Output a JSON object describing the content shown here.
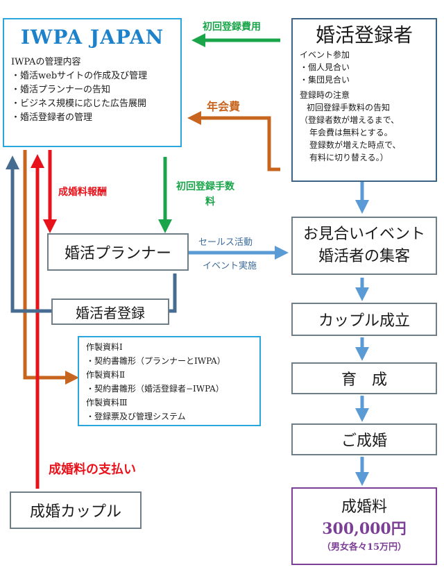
{
  "iwpa": {
    "title": "IWPA JAPAN",
    "lines": [
      "IWPAの管理内容",
      "・婚活webサイトの作成及び管理",
      "・婚活プランナーの告知",
      "・ビジネス規模に応じた広告展開",
      "・婚活登録者の管理"
    ]
  },
  "registrant": {
    "title": "婚活登録者",
    "lines": [
      "イベント参加",
      "・個人見合い",
      "・集団見合い",
      "登録時の注意",
      "初回登録手数料の告知",
      "（登録者数が増えるまで、",
      "年会費は無料とする。",
      "登録数が増えた時点で、",
      "有料に切り替える。）"
    ]
  },
  "planner": {
    "title": "婚活プランナー"
  },
  "event": {
    "lines": [
      "お見合いイベント",
      "婚活者の集客"
    ]
  },
  "couple_formed": {
    "label": "カップル成立"
  },
  "nurture": {
    "label": "育　成"
  },
  "marriage": {
    "label": "ご成婚"
  },
  "fee": {
    "title": "成婚料",
    "amount": "300,000円",
    "note": "（男女各々15万円）"
  },
  "seikon_couple": {
    "label": "成婚カップル"
  },
  "member_reg": {
    "label": "婚活者登録"
  },
  "materials": {
    "lines": [
      "作製資料Ⅰ",
      "・契約書雛形（プランナーとIWPA）",
      "作製資料Ⅱ",
      "・契約書雛形（婚活登録者−IWPA）",
      "作製資料Ⅲ",
      "・登録票及び管理システム"
    ]
  },
  "labels": {
    "initial_reg_fee": "初回登録費用",
    "annual_fee": "年会費",
    "success_reward": "成婚料報酬",
    "initial_fee_a": "初回登録手数",
    "initial_fee_b": "料",
    "sales_activity": "セールス活動",
    "event_exec": "イベント実施",
    "fee_payment": "成婚料の支払い"
  },
  "colors": {
    "green": "#1aa54a",
    "orange": "#c7641d",
    "red": "#e8121b",
    "steel": "#466d91",
    "lightblue": "#5b9bd5",
    "cyan": "#29a6dc",
    "purple": "#7b3f96"
  }
}
